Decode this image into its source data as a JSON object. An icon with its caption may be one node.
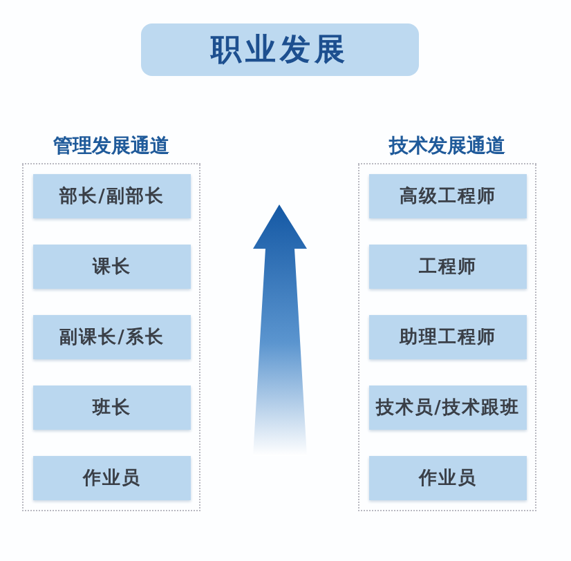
{
  "diagram": {
    "nodes": [
      {
        "text": [
          "职业发展"
        ]
      },
      {
        "text": [
          "管理发展通道"
        ]
      },
      {
        "text": [
          "部长/副部长"
        ],
        "in": 1
      },
      {
        "text": [
          "课长"
        ],
        "in": 1
      },
      {
        "text": [
          "副课长/系长"
        ],
        "in": 1
      },
      {
        "text": [
          "班长"
        ],
        "in": 1
      },
      {
        "text": [
          "作业员"
        ],
        "in": 1
      },
      {
        "text": [
          "技术发展通道"
        ]
      },
      {
        "text": [
          "高级工程师"
        ],
        "in": 7
      },
      {
        "text": [
          "工程师"
        ],
        "in": 7
      },
      {
        "text": [
          "助理工程师"
        ],
        "in": 7
      },
      {
        "text": [
          "技术员/技术跟班"
        ],
        "in": 7
      },
      {
        "text": [
          "作业员"
        ],
        "in": 7
      }
    ],
    "edges": []
  }
}
